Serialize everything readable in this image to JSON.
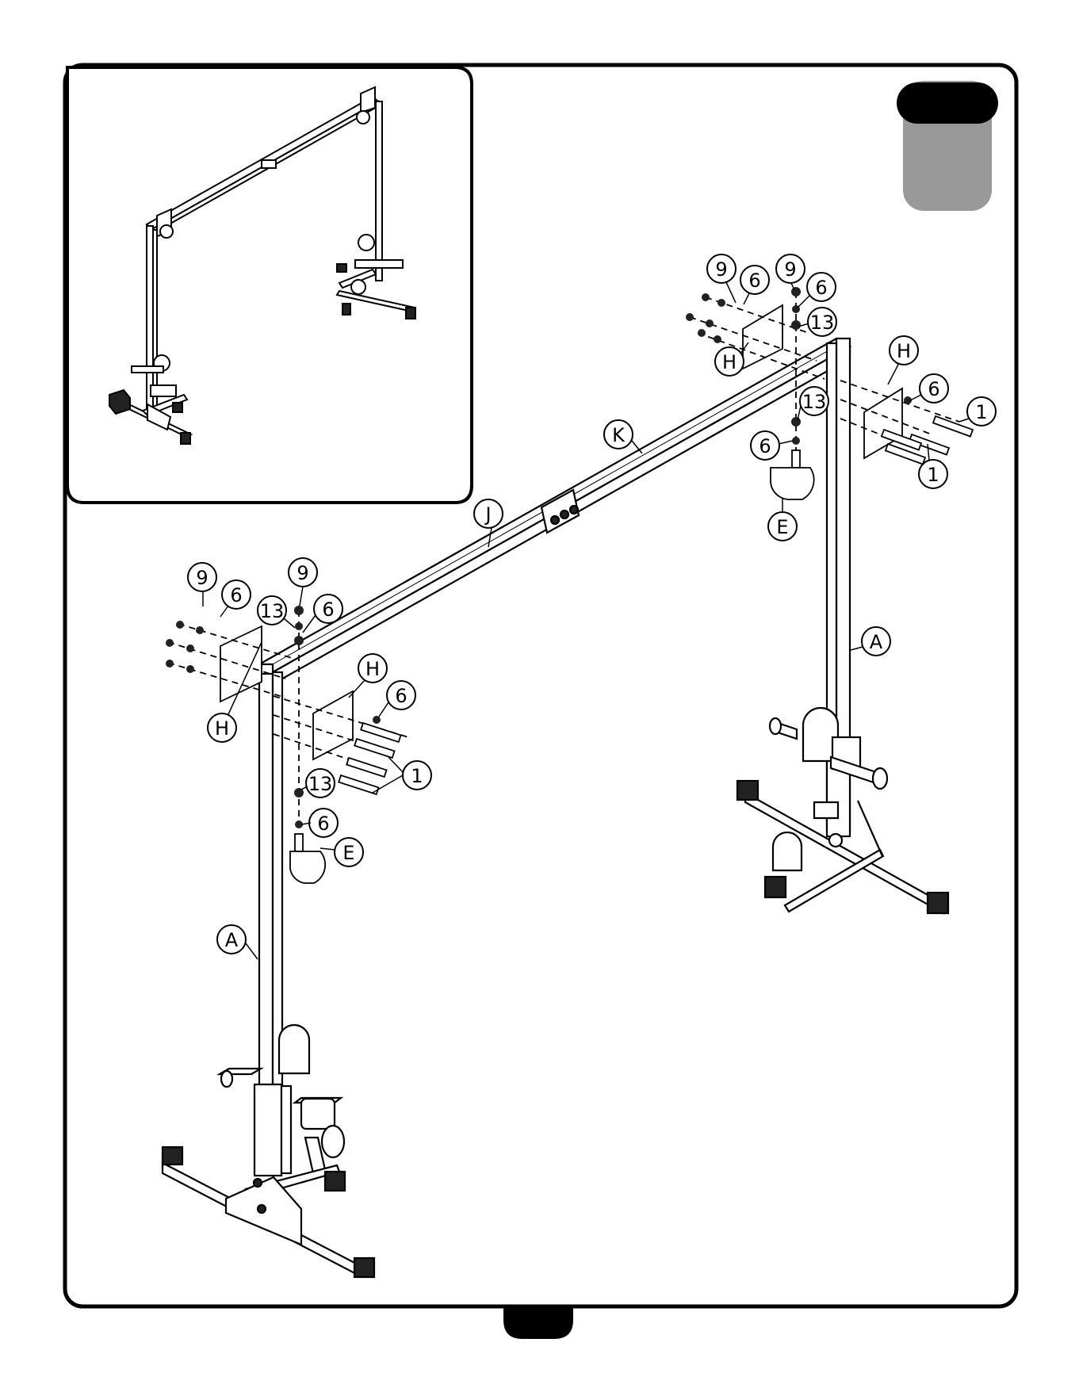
{
  "page": {
    "step_number": "",
    "page_number": ""
  },
  "colors": {
    "line": "#000000",
    "badge_gray": "#999999",
    "tube_fill": "#ffffff",
    "foot_fill": "#222222"
  },
  "callouts": {
    "left": {
      "nut_a": "9",
      "washer_a": "6",
      "nut_b": "9",
      "spacer_13": "13",
      "washer_b": "6",
      "plate_h_back": "H",
      "plate_h_front": "H",
      "washer_c": "6",
      "bolt_1": "1",
      "spacer_13_low": "13",
      "washer_low": "6",
      "pulley_e": "E",
      "upright_a": "A"
    },
    "right": {
      "nut_a": "9",
      "washer_a": "6",
      "nut_b": "9",
      "washer_b": "6",
      "spacer_13": "13",
      "plate_h_back": "H",
      "plate_h_front": "H",
      "washer_c": "6",
      "bolt_1a": "1",
      "bolt_1b": "1",
      "spacer_13_low": "13",
      "washer_low": "6",
      "pulley_e": "E",
      "upright_a": "A"
    },
    "beam_k": "K",
    "beam_j": "J"
  }
}
